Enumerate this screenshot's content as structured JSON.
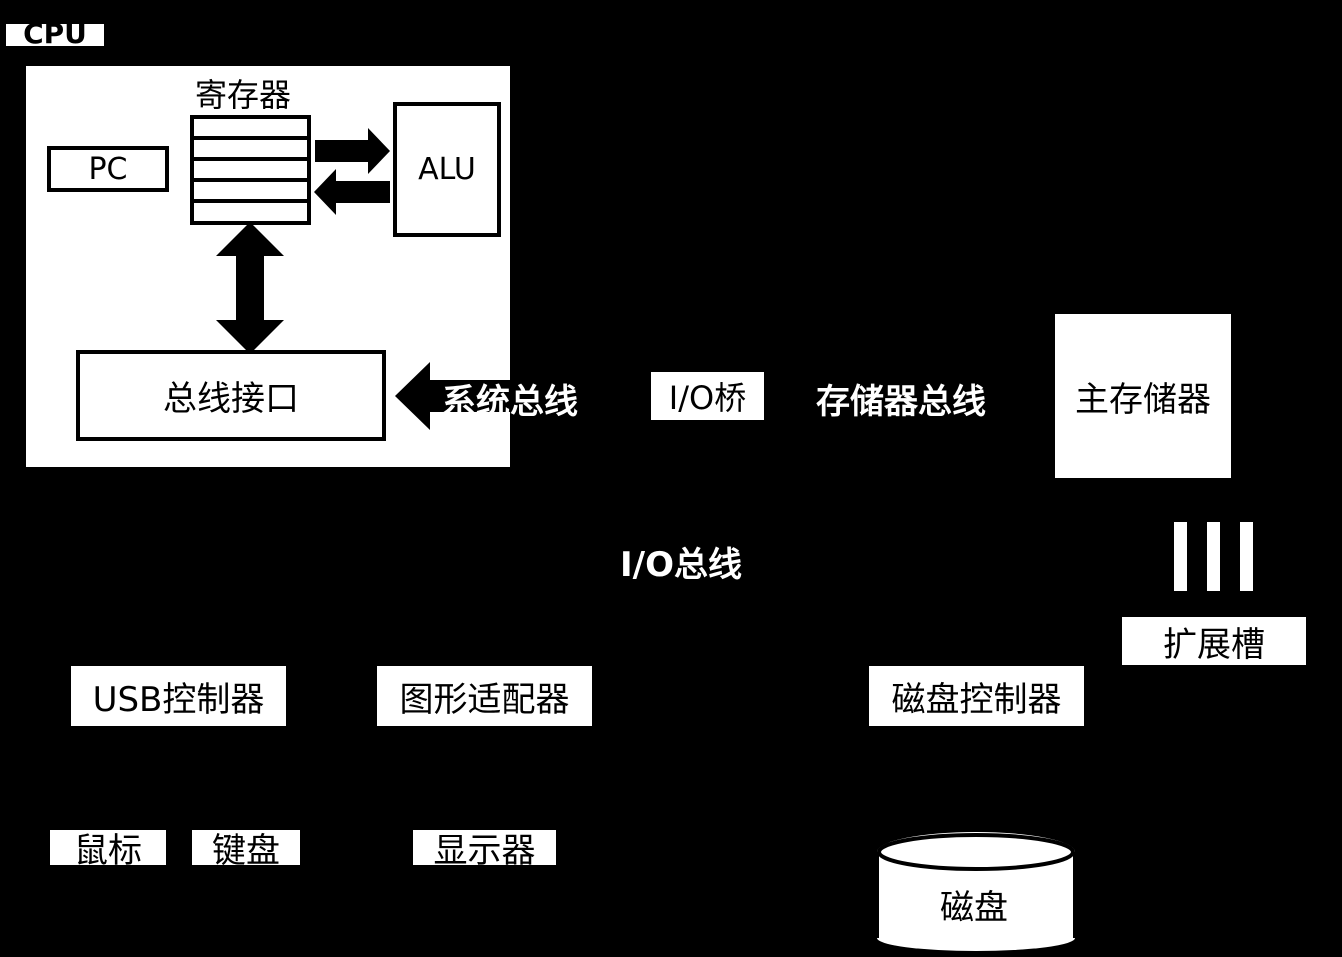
{
  "cpu": {
    "label": "CPU",
    "registers_label": "寄存器",
    "pc_label": "PC",
    "alu_label": "ALU",
    "bus_interface_label": "总线接口"
  },
  "buses": {
    "system_bus": "系统总线",
    "memory_bus": "存储器总线",
    "io_bus": "I/O总线"
  },
  "io_bridge": "I/O桥",
  "main_memory": "主存储器",
  "expansion_slots": "扩展槽",
  "controllers": {
    "usb": "USB控制器",
    "graphics": "图形适配器",
    "disk": "磁盘控制器"
  },
  "devices": {
    "mouse": "鼠标",
    "keyboard": "键盘",
    "display": "显示器",
    "disk": "磁盘"
  },
  "colors": {
    "background": "#000000",
    "box_fill": "#ffffff",
    "text": "#000000",
    "bus_text": "#ffffff"
  }
}
